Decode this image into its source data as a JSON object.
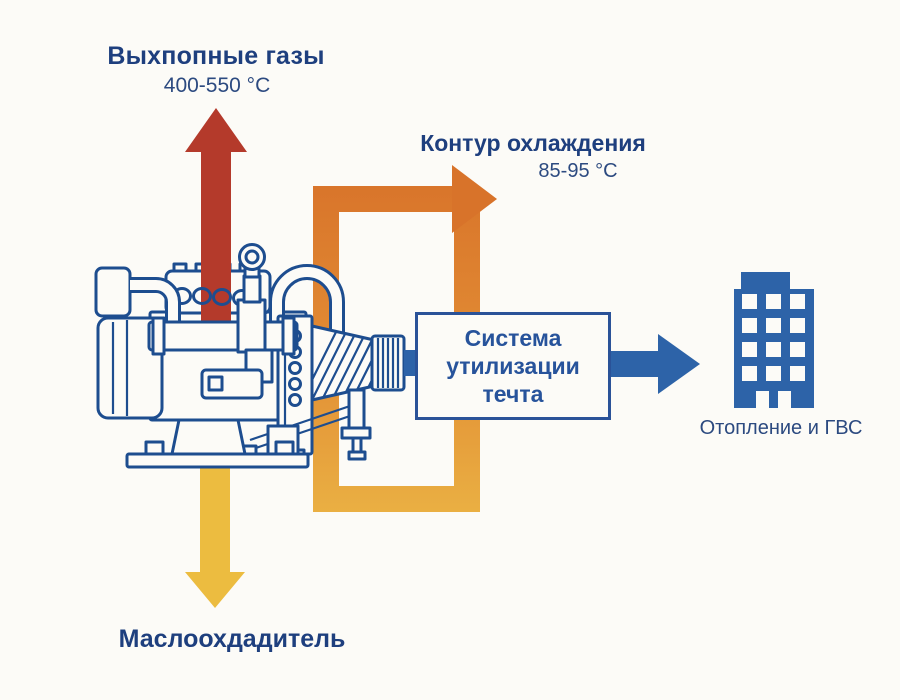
{
  "labels": {
    "exhaust": {
      "title": "Выхпопные газы",
      "temp": "400-550 °C"
    },
    "cooling": {
      "title": "Контур охлаждения",
      "temp": "85-95 °C"
    },
    "heat_recovery_box": {
      "line1": "Система",
      "line2": "утилизации",
      "line3": "течта"
    },
    "building": "Отопление и ГВС",
    "oil_cooler": "Маслоохдадитель"
  },
  "icons": {
    "engine": "engine-illustration",
    "building": "building-icon",
    "exhaust_arrow": "up-arrow",
    "oil_arrow": "down-arrow",
    "heat_arrow": "right-arrow",
    "cooling_loop": "loop-arrow"
  },
  "colors": {
    "bg": "#fcfbf7",
    "red": "#b43a2b",
    "orange": "#d8732a",
    "orange-mid": "#e18a33",
    "orange-light": "#eab043",
    "yellow": "#ecbc40",
    "blue": "#2d63a8",
    "line-blue": "#1d4d8f",
    "navy": "#1e3f7e",
    "navy-soft": "#2c4a80",
    "box-border": "#2a5298",
    "box-text": "#27539b"
  }
}
